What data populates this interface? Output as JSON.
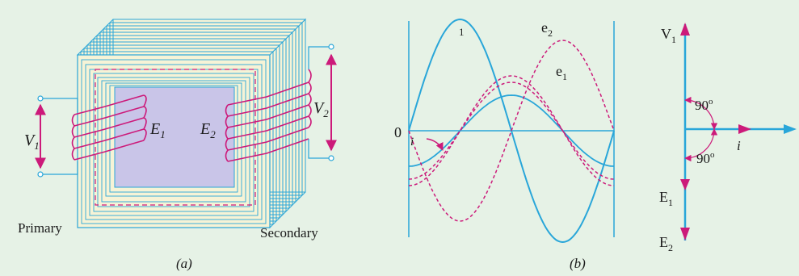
{
  "panel_a": {
    "caption": "(a)",
    "primary_label": "Primary",
    "secondary_label": "Secondary",
    "v1": {
      "base": "V",
      "sub": "1"
    },
    "v2": {
      "base": "V",
      "sub": "2"
    },
    "e1": {
      "base": "E",
      "sub": "1"
    },
    "e2": {
      "base": "E",
      "sub": "2"
    }
  },
  "panel_b": {
    "caption": "(b)",
    "waves": {
      "label_1": "1",
      "e2": {
        "base": "e",
        "sub": "2"
      },
      "e1": {
        "base": "e",
        "sub": "1"
      },
      "origin": "0",
      "i": "i"
    },
    "phasor": {
      "v1": {
        "base": "V",
        "sub": "1"
      },
      "e1": {
        "base": "E",
        "sub": "1"
      },
      "e2": {
        "base": "E",
        "sub": "2"
      },
      "i": "i",
      "angle_top": {
        "base": "90",
        "sup": "o"
      },
      "angle_bottom": {
        "base": "90",
        "sup": "o"
      }
    }
  },
  "colors": {
    "background": "#e6f2e6",
    "core_line": "#29a6d9",
    "coil": "#cc1a7a",
    "window": "#c9c5e8",
    "yoke_fill": "#f6f3d6",
    "text": "#1a1a1a"
  }
}
